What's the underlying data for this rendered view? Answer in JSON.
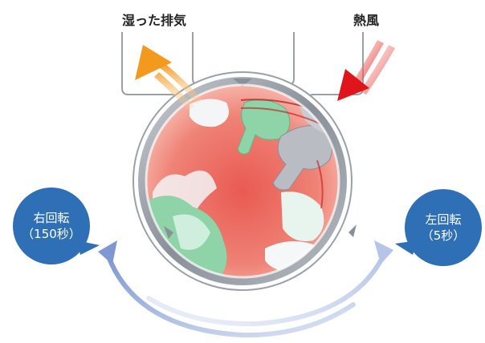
{
  "labels": {
    "exhaust": "湿った排気",
    "hot_air": "熱風"
  },
  "bubbles": {
    "right_rotation": {
      "line1": "右回転",
      "line2": "（150秒）"
    },
    "left_rotation": {
      "line1": "左回転",
      "line2": "（5秒）"
    }
  },
  "colors": {
    "bubble_blue": "#2f6fb6",
    "hot_air_red": "#e0151b",
    "exhaust_orange": "#f39a1e",
    "drum_interior": "#ec6b61",
    "rotation_arrow": "#8fa6d8"
  }
}
